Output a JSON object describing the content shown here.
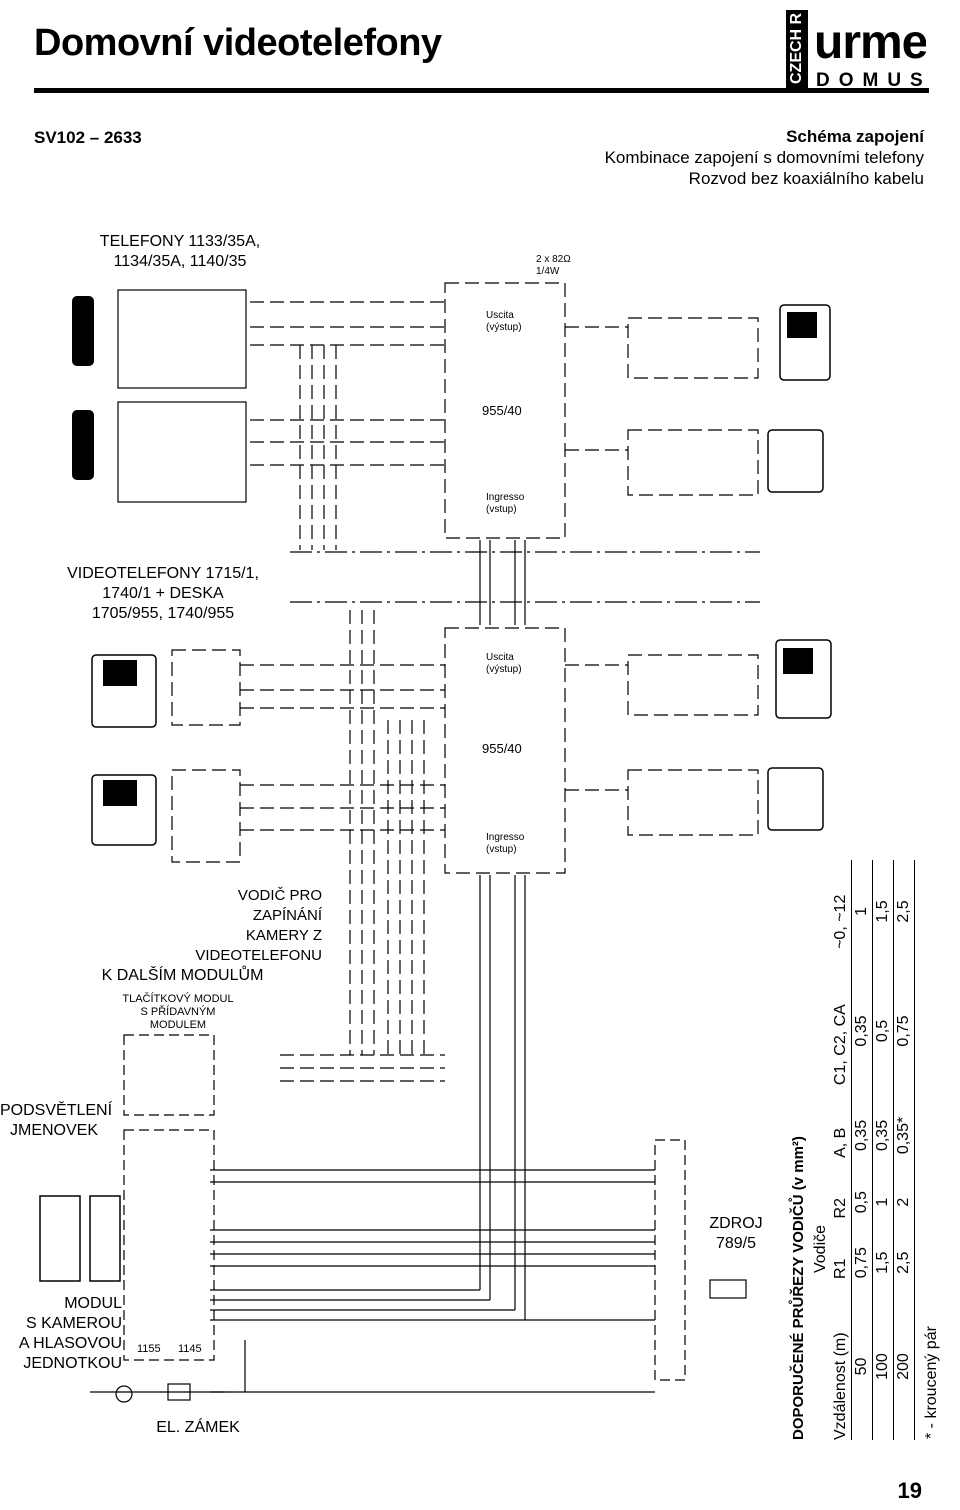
{
  "header": {
    "title": "Domovní videotelefony",
    "model": "SV102 – 2633",
    "schema_title": "Schéma zapojení",
    "schema_line1": "Kombinace zapojení s domovními telefony",
    "schema_line2": "Rozvod bez koaxiálního kabelu",
    "logo_country": "CZECH R",
    "logo_brand": "urmet",
    "logo_sub": "DOMUS"
  },
  "labels": {
    "telefony_1": "TELEFONY 1133/35A,",
    "telefony_2": "1134/35A, 1140/35",
    "video_1": "VIDEOTELEFONY 1715/1,",
    "video_2": "1740/1 + DESKA",
    "video_3": "1705/955, 1740/955",
    "vodic_1": "VODIČ PRO ZAPÍNÁNÍ",
    "vodic_2": "KAMERY Z",
    "vodic_3": "VIDEOTELEFONU",
    "dalsim": "K DALŠÍM MODULŮM",
    "tlac_1": "TLAČÍTKOVÝ MODUL",
    "tlac_2": "S PŘÍDAVNÝM",
    "tlac_3": "MODULEM",
    "podsv_1": "PODSVĚTLENÍ",
    "podsv_2": "JMENOVEK",
    "modul_1": "MODUL",
    "modul_2": "S KAMEROU",
    "modul_3": "A HLASOVOU",
    "modul_4": "JEDNOTKOU",
    "zamek": "EL. ZÁMEK",
    "zdroj_1": "ZDROJ",
    "zdroj_2": "789/5",
    "unit": "955/40",
    "module_1155": "1155",
    "module_1145": "1145",
    "resistor": "2 x 82Ω",
    "resistor_w": "1/4W",
    "uscita": "Uscita",
    "vystup": "(výstup)",
    "ingresso": "Ingresso",
    "vstup": "(vstup)"
  },
  "table": {
    "title": "DOPORUČENÉ PRŮŘEZY VODIČŮ (v mm²)",
    "group_header": "Vodiče",
    "columns": [
      "Vzdálenost (m)",
      "R1",
      "R2",
      "A, B",
      "C1, C2, CA",
      "~0, ~12"
    ],
    "rows": [
      [
        "50",
        "0,75",
        "0,5",
        "0,35",
        "0,35",
        "1"
      ],
      [
        "100",
        "1,5",
        "1",
        "0,35",
        "0,5",
        "1,5"
      ],
      [
        "200",
        "2,5",
        "2",
        "0,35*",
        "0,75",
        "2,5"
      ]
    ],
    "footnote": "* - kroucený pár"
  },
  "page_number": "19"
}
